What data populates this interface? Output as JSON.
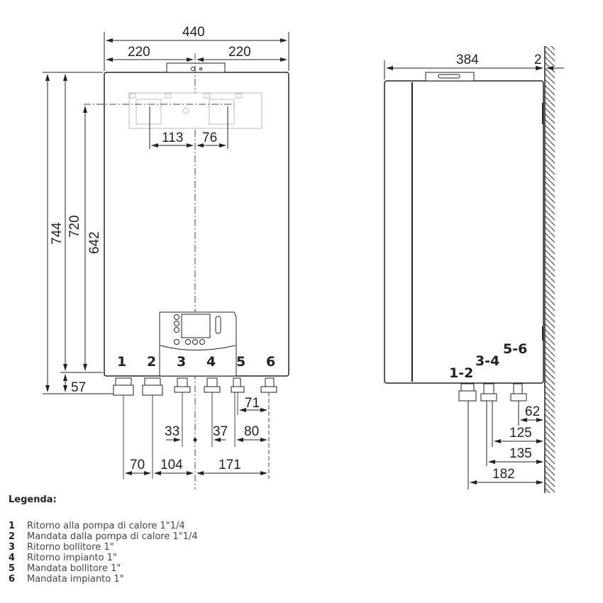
{
  "front_view": {
    "width_total": "440",
    "width_half_left": "220",
    "width_half_right": "220",
    "bracket_left": "113",
    "bracket_right": "76",
    "height_total": "744",
    "height_body": "720",
    "height_bracket": "642",
    "height_bottom": "57",
    "connection_labels": [
      "1",
      "2",
      "3",
      "4",
      "5",
      "6"
    ],
    "bottom_dims": {
      "d71": "71",
      "d33": "33",
      "d37": "37",
      "d80": "80",
      "d70": "70",
      "d104": "104",
      "d171": "171"
    }
  },
  "side_view": {
    "depth": "384",
    "wall_gap": "2",
    "connection_labels": [
      "1-2",
      "3-4",
      "5-6"
    ],
    "wall_dims": {
      "d62": "62",
      "d125": "125",
      "d135": "135",
      "d182": "182"
    }
  },
  "legend": {
    "title": "Legenda:",
    "items": [
      {
        "num": "1",
        "text": "Ritorno alla pompa di calore 1\"1/4"
      },
      {
        "num": "2",
        "text": "Mandata dalla pompa di calore 1\"1/4"
      },
      {
        "num": "3",
        "text": "Ritorno bollitore 1\""
      },
      {
        "num": "4",
        "text": "Ritorno impianto 1\""
      },
      {
        "num": "5",
        "text": "Mandata bollitore 1\""
      },
      {
        "num": "6",
        "text": "Mandata impianto 1\""
      }
    ]
  }
}
